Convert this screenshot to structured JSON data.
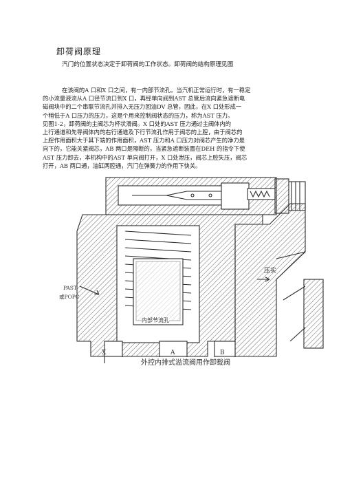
{
  "title": "卸荷阀原理",
  "intro": "汽门的位置状态决定于卸荷阀的工作状态。卸荷阀的结构原理见图",
  "paragraph_lines": [
    "在该阀的A 口和X 口之间，有一内部节流孔。当汽机正常运行时，有一稳定",
    "的小流量液流从A 口径节流口到X 口，再经单向阀到AST 总管后流向紧急遮断电",
    "磁阀块中的二个串联节流孔并排入无压力回油DV 总管，因此，在X 口处形成一",
    "个稍低于A 口压力的压力，这是个用来控制阀状态的压力，称为AST 压力。",
    "见图1-2，卸荷阀的主阀芯为杯状滑阀。X 口处的AST 压力通过主阀体内的",
    "上行通道和先导阀体内的右行通道及下行节流孔作用于阀芯的上腔，由于阀芯的",
    "上腔作用面积大于其下端的作用面积，AST 压力和A 口压力对阀芯产生的净力是",
    "向下的，它能关紧阀芯，AB 两口是隔断的，当紧急遮断装置在DEH 的指令下使",
    "AST 压力卸去，本机构中的AST 单向阀打开，X 口处泄压，阀芯上腔失压，阀芯",
    "打开，AB 两口通，油缸两腔通，汽门在弹簧力的作用下快关。"
  ],
  "figure": {
    "label_pressure": "压实",
    "label_past": "PAST",
    "label_popc": "或POPC",
    "label_orifice": "内部节流孔",
    "label_x": "X",
    "label_a": "A",
    "label_b": "B",
    "caption": "外控内排式溢流阀用作卸载阀"
  }
}
